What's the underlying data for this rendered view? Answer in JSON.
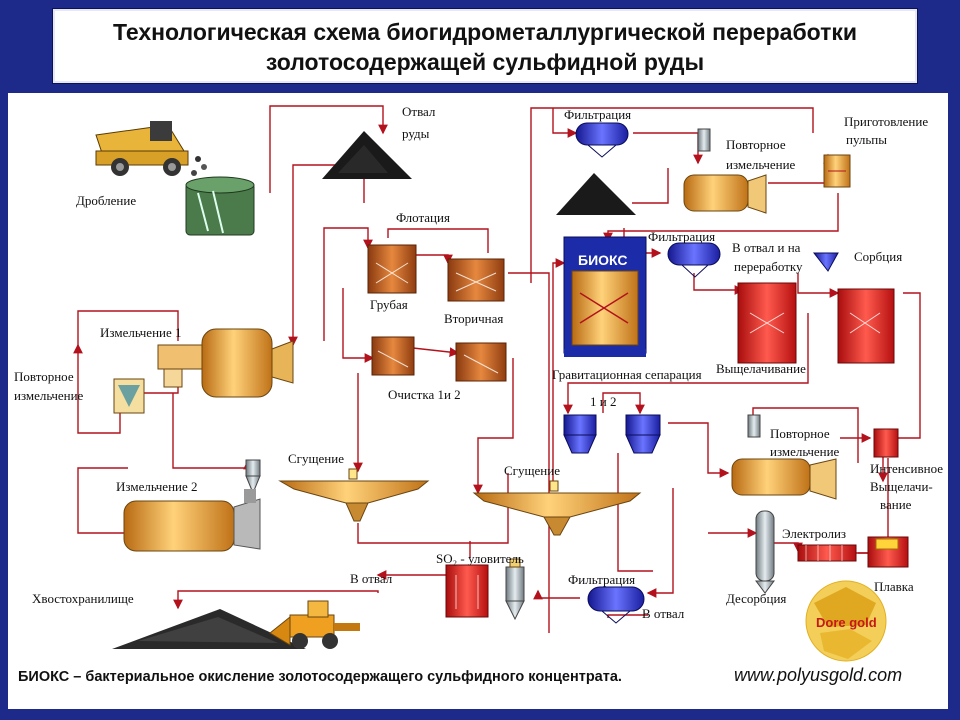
{
  "title": {
    "line1": "Технологическая схема биогидрометаллургической переработки",
    "line2": "золотосодержащей сульфидной руды"
  },
  "labels": {
    "crushing": "Дробление",
    "ore_dump_1": "Отвал",
    "ore_dump_2": "руды",
    "flotation": "Флотация",
    "rough": "Грубая",
    "secondary": "Вторичная",
    "cleaning": "Очистка 1и 2",
    "grinding1": "Измельчение 1",
    "regrind_left_1": "Повторное",
    "regrind_left_2": "измельчение",
    "grinding2": "Измельчение 2",
    "thickening_left": "Сгущение",
    "thickening_mid": "Сгущение",
    "tailings": "Хвостохранилище",
    "so2_catcher": "SO₂ - уловитель",
    "to_dump_1": "В отвал",
    "to_dump_2": "В отвал",
    "filtration_top": "Фильтрация",
    "regrind_top_1": "Повторное",
    "regrind_top_2": "измельчение",
    "pulp_prep_1": "Приготовление",
    "pulp_prep_2": "пульпы",
    "filtration_mid": "Фильтрация",
    "to_dump_processing_1": "В отвал и на",
    "to_dump_processing_2": "переработку",
    "sorption": "Сорбция",
    "biox": "БИОКС",
    "leaching": "Выщелачивание",
    "gravity_separation": "Гравитационная сепарация",
    "stage_1_2": "1 и 2",
    "regrind_right_1": "Повторное",
    "regrind_right_2": "измельчение",
    "intensive_leach_1": "Интенсивное",
    "intensive_leach_2": "Выщелачи-",
    "intensive_leach_3": "вание",
    "electrolysis": "Электролиз",
    "smelting": "Плавка",
    "desorption": "Десорбция",
    "filtration_bottom": "Фильтрация",
    "dore_gold": "Dore gold"
  },
  "footer": {
    "text": "БИОКС – бактериальное окисление золотосодержащего сульфидного концентрата.",
    "url": "www.polyusgold.com"
  },
  "colors": {
    "frame": "#1d2a8a",
    "flow_line": "#b3121d",
    "equipment_orange": "#e8a23a",
    "equipment_red": "#e51e1e",
    "equipment_blue": "#2b2fd6",
    "biox_blue": "#1c2ca8"
  },
  "icons": [
    "truck-icon",
    "crusher-icon",
    "ore-pile-icon",
    "flotation-cell-icon",
    "ball-mill-icon",
    "thickener-icon",
    "filter-icon",
    "tank-icon",
    "cyclone-icon",
    "electrolysis-cell-icon",
    "smelting-crucible-icon",
    "bulldozer-icon",
    "gold-logo-icon"
  ]
}
